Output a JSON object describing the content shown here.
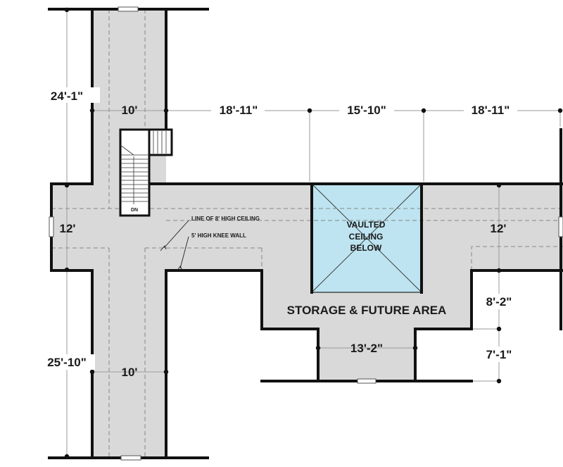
{
  "dimensions": {
    "left_top": "24'-1\"",
    "left_bottom": "25'-10\"",
    "top_width": "10'",
    "bottom_width": "10'",
    "top_seg1": "18'-11\"",
    "top_seg2": "15'-10\"",
    "top_seg3": "18'-11\"",
    "left_wing": "12'",
    "right_wing": "12'",
    "right_lower1": "8'-2\"",
    "right_lower2": "7'-1\"",
    "bump_width": "13'-2\""
  },
  "labels": {
    "storage": "STORAGE & FUTURE AREA",
    "vaulted_line1": "VAULTED",
    "vaulted_line2": "CEILING",
    "vaulted_line3": "BELOW",
    "ceiling_note": "LINE OF 8' HIGH CEILING",
    "knee_wall_note": "5' HIGH KNEE WALL",
    "stair_dn": "DN"
  },
  "colors": {
    "floor": "#d9d9d9",
    "vault": "#bde4f0",
    "wall": "#111111",
    "dim_line": "#9a9a9a"
  }
}
